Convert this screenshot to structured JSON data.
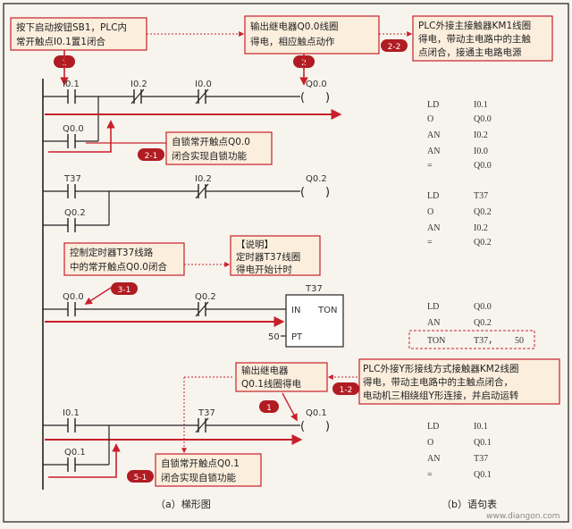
{
  "callouts": {
    "start_button": {
      "line1": "按下启动按钮SB1，PLC内",
      "line2": "常开触点I0.1置1闭合"
    },
    "output_relay": {
      "line1": "输出继电器Q0.0线圈",
      "line2": "得电，相应触点动作"
    },
    "main_contactor": {
      "line1": "PLC外接主接触器KM1线圈",
      "line2": "得电，带动主电路中的主触",
      "line3": "点闭合，接通主电路电源"
    },
    "self_lock_1": {
      "line1": "自锁常开触点Q0.0",
      "line2": "闭合实现自锁功能"
    },
    "timer_contact": {
      "line1": "控制定时器T37线路",
      "line2": "中的常开触点Q0.0闭合"
    },
    "explanation": {
      "line1": "【说明】",
      "line2": "定时器T37线圈",
      "line3": "得电开始计时"
    },
    "output_q01": {
      "line1": "输出继电器",
      "line2": "Q0.1线圈得电"
    },
    "y_contactor": {
      "line1": "PLC外接Y形接线方式接触器KM2线圈",
      "line2": "得电，带动主电路中的主触点闭合，",
      "line3": "电动机三相绕组Y形连接，并启动运转"
    },
    "self_lock_2": {
      "line1": "自锁常开触点Q0.1",
      "line2": "闭合实现自锁功能"
    }
  },
  "badges": {
    "b1": "1",
    "b2": "2",
    "b2_2": "2-2",
    "b2_1": "2-1",
    "b3_1": "3-1",
    "b1_2": "1-2",
    "b1b": "1",
    "b5_1": "5-1"
  },
  "ladder": {
    "rung1": {
      "c1": "I0.1",
      "c2": "I0.2",
      "c3": "I0.0",
      "coil": "Q0.0",
      "branch": "Q0.0"
    },
    "rung2": {
      "c1": "T37",
      "c2": "I0.2",
      "coil": "Q0.2",
      "branch": "Q0.2"
    },
    "rung3": {
      "c1": "Q0.0",
      "c2": "Q0.2",
      "timer": "T37",
      "in": "IN",
      "ton": "TON",
      "pt": "PT",
      "preset": "50"
    },
    "rung4": {
      "c1": "I0.1",
      "c2": "T37",
      "coil": "Q0.1",
      "branch": "Q0.1"
    }
  },
  "statement_list": [
    {
      "op": "LD",
      "arg": "I0.1"
    },
    {
      "op": "O",
      "arg": "Q0.0"
    },
    {
      "op": "AN",
      "arg": "I0.2"
    },
    {
      "op": "AN",
      "arg": "I0.0"
    },
    {
      "op": "=",
      "arg": "Q0.0"
    },
    {
      "op": "LD",
      "arg": "T37"
    },
    {
      "op": "O",
      "arg": "Q0.2"
    },
    {
      "op": "AN",
      "arg": "I0.2"
    },
    {
      "op": "=",
      "arg": "Q0.2"
    },
    {
      "op": "LD",
      "arg": "Q0.0"
    },
    {
      "op": "AN",
      "arg": "Q0.2"
    },
    {
      "op": "TON",
      "arg": "T37，",
      "arg2": "50"
    },
    {
      "op": "LD",
      "arg": "I0.1"
    },
    {
      "op": "O",
      "arg": "Q0.1"
    },
    {
      "op": "AN",
      "arg": "T37"
    },
    {
      "op": "=",
      "arg": "Q0.1"
    }
  ],
  "captions": {
    "ladder": "（a）梯形图",
    "stl": "（b）语句表",
    "watermark": "www.diangon.com"
  }
}
